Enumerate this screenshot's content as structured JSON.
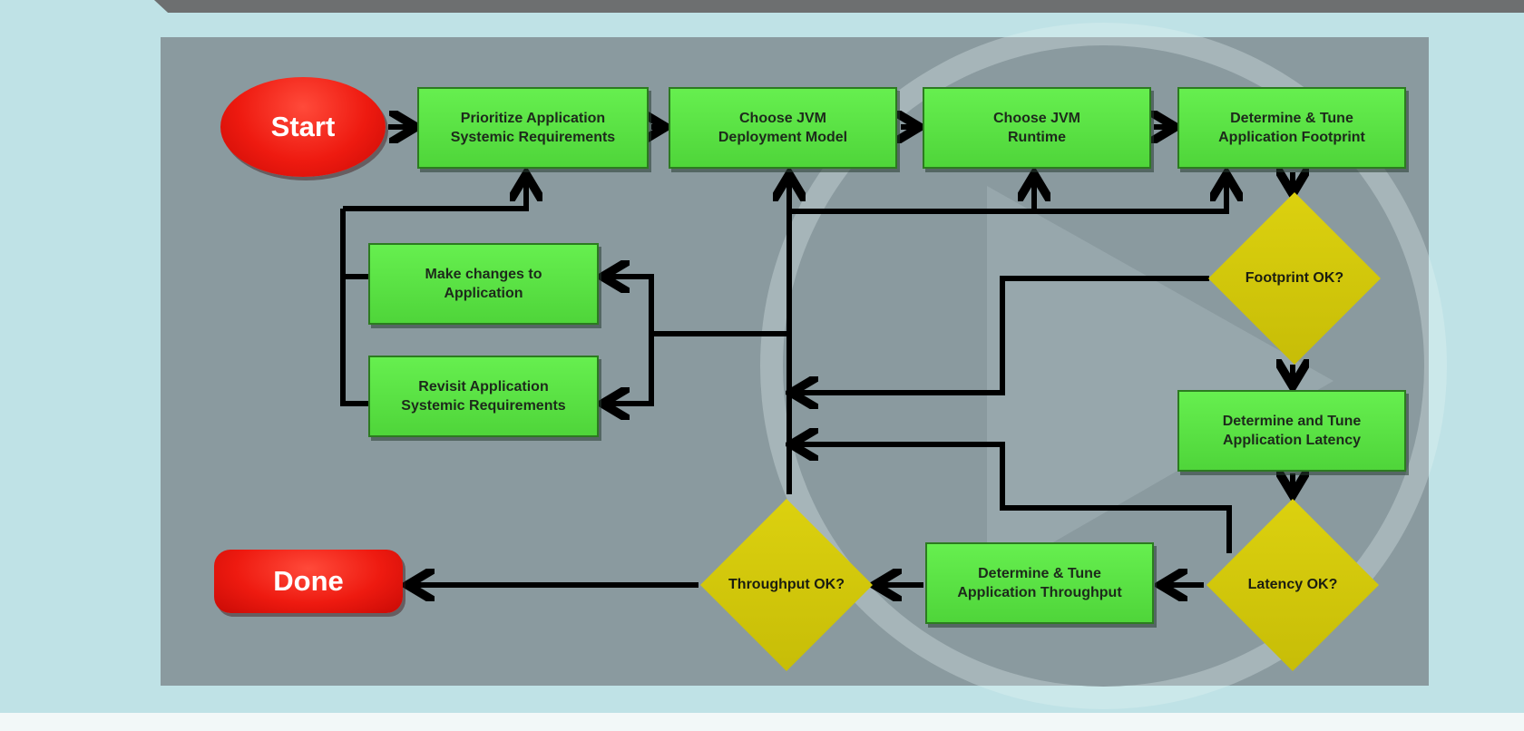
{
  "nodes": {
    "start": "Start",
    "done": "Done",
    "prioritize": "Prioritize Application\nSystemic Requirements",
    "deployment": "Choose JVM\nDeployment Model",
    "runtime": "Choose JVM\nRuntime",
    "footprint": "Determine & Tune\nApplication Footprint",
    "make_changes": "Make changes to\nApplication",
    "revisit": "Revisit Application\nSystemic Requirements",
    "latency": "Determine and Tune\nApplication Latency",
    "throughput": "Determine & Tune\nApplication Throughput"
  },
  "decisions": {
    "footprint_ok": "Footprint OK?",
    "latency_ok": "Latency OK?",
    "throughput_ok": "Throughput OK?"
  },
  "colors": {
    "process_green": "#58e043",
    "decision_yellow": "#d2c70b",
    "terminal_red": "#ee1a10",
    "panel_gray": "#8a9a9f",
    "connector": "#000000"
  }
}
